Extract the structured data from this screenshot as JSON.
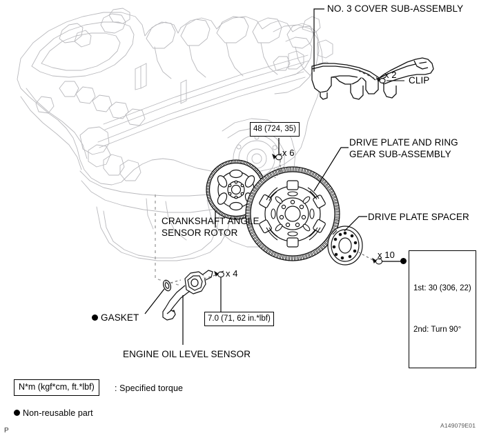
{
  "figure": {
    "title": "Engine drive plate and ring gear exploded assembly diagram",
    "reference_code": "A149079E01",
    "page_mark": "P"
  },
  "callouts": [
    {
      "id": "no3-cover",
      "label": "NO. 3 COVER SUB-ASSEMBLY"
    },
    {
      "id": "clip",
      "label": "CLIP"
    },
    {
      "id": "drive-plate-ring-gear",
      "label": "DRIVE PLATE AND RING\nGEAR SUB-ASSEMBLY"
    },
    {
      "id": "drive-plate-ring-gear-line1",
      "label": "DRIVE PLATE AND RING"
    },
    {
      "id": "drive-plate-ring-gear-line2",
      "label": "GEAR SUB-ASSEMBLY"
    },
    {
      "id": "crankshaft-sensor-rotor-line1",
      "label": "CRANKSHAFT ANGLE"
    },
    {
      "id": "crankshaft-sensor-rotor-line2",
      "label": "SENSOR ROTOR"
    },
    {
      "id": "drive-plate-spacer",
      "label": "DRIVE PLATE SPACER"
    },
    {
      "id": "gasket",
      "label": "GASKET"
    },
    {
      "id": "engine-oil-level-sensor",
      "label": "ENGINE OIL LEVEL SENSOR"
    }
  ],
  "quantities": {
    "clip": "x 2",
    "drive_plate_bolts": "x 6",
    "oil_level_sensor_bolts": "x 4",
    "spacer_bolts": "x 10"
  },
  "torque_specs": [
    {
      "id": "drive-plate-bolt-torque",
      "value": "48 (724, 35)"
    },
    {
      "id": "oil-level-sensor-torque",
      "value": "7.0 (71, 62 in.*lbf)"
    }
  ],
  "torque_staged": {
    "id": "crankshaft-bolt-torque",
    "first": "1st: 30 (306, 22)",
    "second": "2nd: Turn 90°"
  },
  "legend": {
    "torque_box_text": "N*m (kgf*cm, ft.*lbf)",
    "torque_caption": ": Specified torque",
    "non_reusable": "Non-reusable part"
  },
  "colors": {
    "ink": "#000000",
    "engine_line": "#b9b9bd",
    "dash_line": "#9a9a9a",
    "part_line": "#1a1a1a"
  }
}
